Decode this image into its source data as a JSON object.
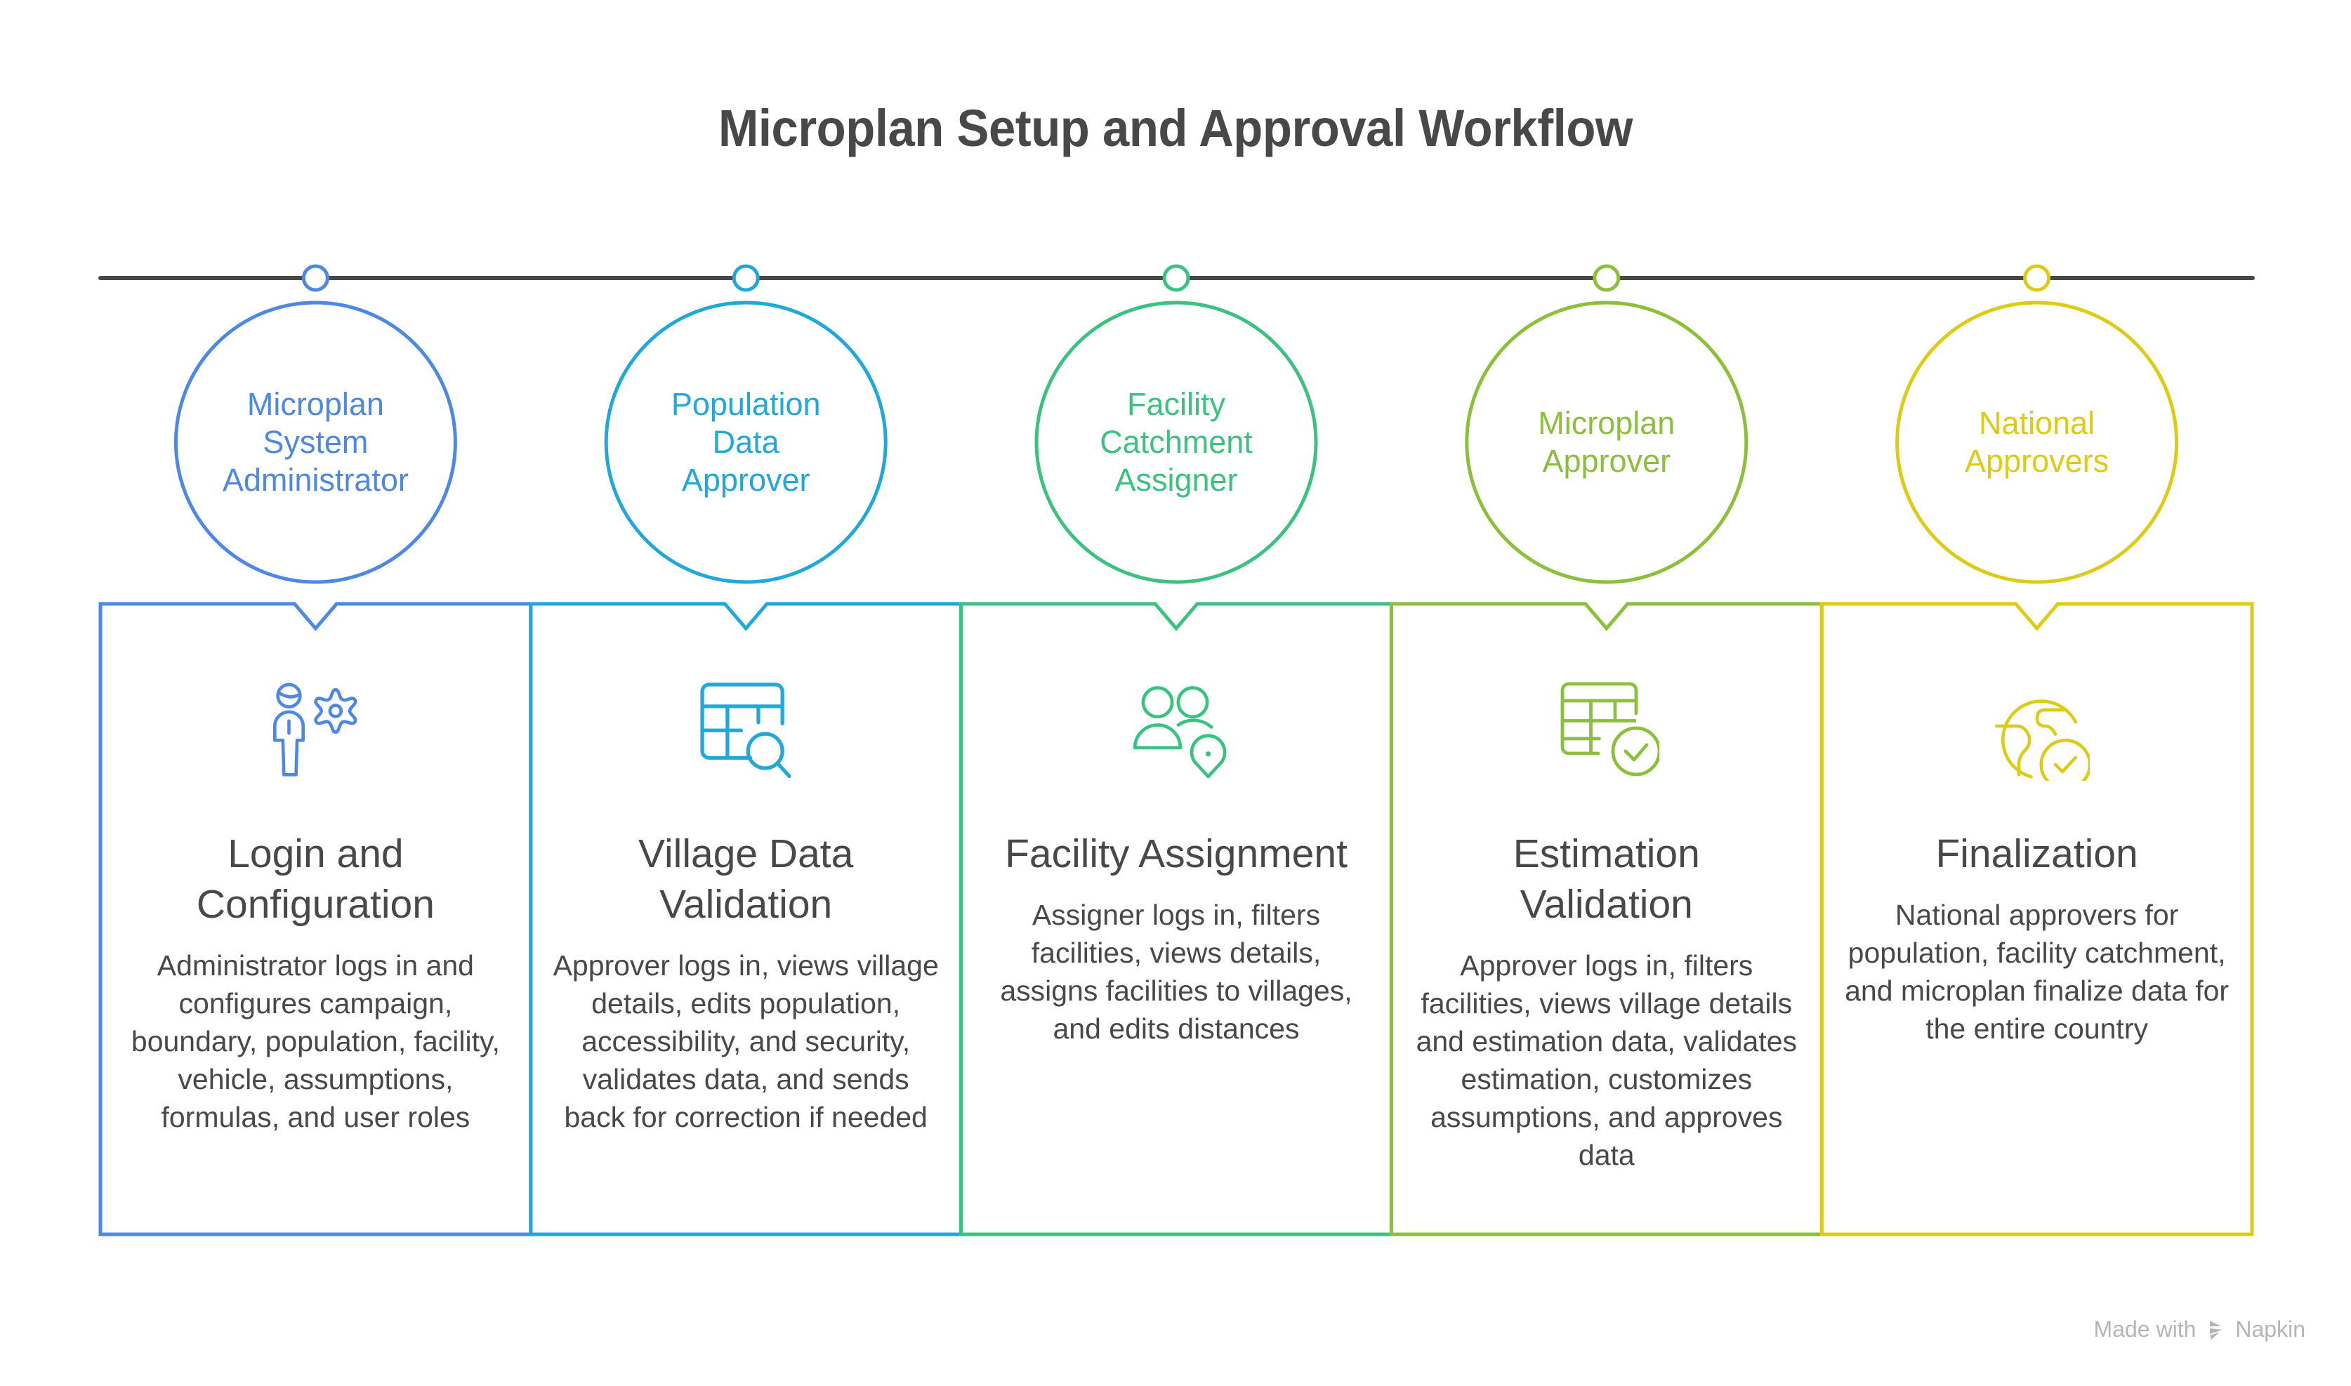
{
  "title": "Microplan Setup and Approval Workflow",
  "steps": [
    {
      "role": "Microplan System Administrator",
      "role_lines": [
        "Microplan",
        "System",
        "Administrator"
      ],
      "icon": "admin-gear-icon",
      "color": "#4D88E4",
      "heading_lines": [
        "Login and",
        "Configuration"
      ],
      "heading": "Login and Configuration",
      "description": "Administrator logs in and configures campaign, boundary, population, facility, vehicle, assumptions, formulas, and user roles"
    },
    {
      "role": "Population Data Approver",
      "role_lines": [
        "Population",
        "Data",
        "Approver"
      ],
      "icon": "table-search-icon",
      "color": "#20A8DA",
      "heading_lines": [
        "Village Data",
        "Validation"
      ],
      "heading": "Village Data Validation",
      "description": "Approver logs in, views village details, edits population, accessibility, and security, validates data, and sends back for correction if needed"
    },
    {
      "role": "Facility Catchment Assigner",
      "role_lines": [
        "Facility",
        "Catchment",
        "Assigner"
      ],
      "icon": "users-location-icon",
      "color": "#3CC280",
      "heading_lines": [
        "Facility Assignment"
      ],
      "heading": "Facility Assignment",
      "description": "Assigner logs in, filters facilities, views details, assigns facilities to villages, and edits distances"
    },
    {
      "role": "Microplan Approver",
      "role_lines": [
        "Microplan",
        "Approver"
      ],
      "icon": "table-check-icon",
      "color": "#8CBF3A",
      "heading_lines": [
        "Estimation",
        "Validation"
      ],
      "heading": "Estimation Validation",
      "description": "Approver logs in, filters facilities, views village details and estimation data, validates estimation, customizes assumptions, and approves data"
    },
    {
      "role": "National Approvers",
      "role_lines": [
        "National",
        "Approvers"
      ],
      "icon": "globe-check-icon",
      "color": "#DDCB14",
      "heading_lines": [
        "Finalization"
      ],
      "heading": "Finalization",
      "description": "National approvers for population, facility catchment, and microplan finalize data for the entire country"
    }
  ],
  "timeline_color": "#484848",
  "text_color": "#484848",
  "footer": {
    "made_with": "Made with",
    "brand": "Napkin",
    "icon": "napkin-logo-icon"
  }
}
